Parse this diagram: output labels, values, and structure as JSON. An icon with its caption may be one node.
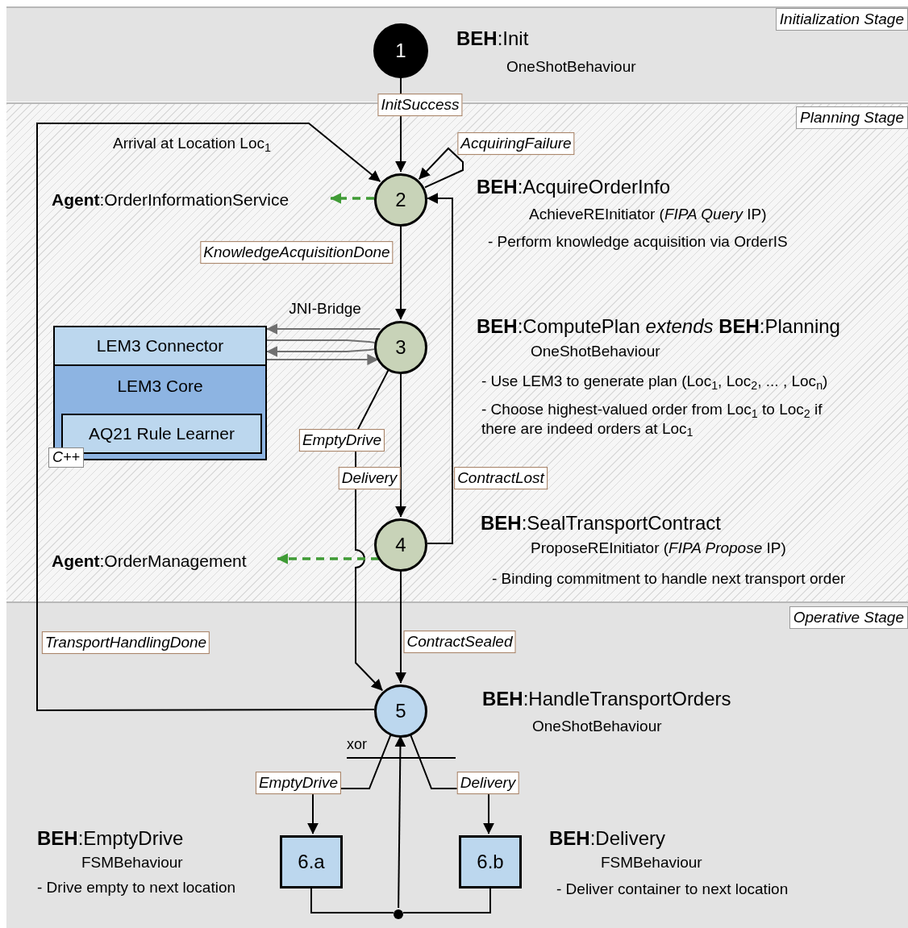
{
  "diagram": {
    "nodes": [
      {
        "text": [
          "Initialization Stage"
        ]
      },
      {
        "text": [
          "Planning Stage"
        ]
      },
      {
        "text": [
          "Operative Stage"
        ]
      },
      {
        "text": [
          "1"
        ],
        "in": 0,
        "beside": [
          "**BEH**:Init",
          "OneShotBehaviour"
        ]
      },
      {
        "text": [
          "2"
        ],
        "in": 1,
        "beside": [
          "**BEH**:AcquireOrderInfo",
          "AchieveREInitiator (*FIPA Query* IP)",
          "- Perform knowledge acquisition via OrderIS"
        ]
      },
      {
        "text": [
          "**Agent**:OrderInformationService"
        ],
        "in": 1
      },
      {
        "text": [
          "3"
        ],
        "in": 1,
        "beside": [
          "**BEH**:ComputePlan *extends*  **BEH**:Planning",
          "OneShotBehaviour",
          "- Use LEM3 to generate plan (Loc$_{1}$, Loc$_{2}$, ... , Loc$_{n}$)",
          "- Choose highest-valued order from Loc$_{1}$ to Loc$_{2}$ if there are indeed orders at Loc$_{1}$"
        ]
      },
      {
        "text": [
          "LEM3 Connector"
        ],
        "in": 1
      },
      {
        "text": [
          "LEM3 Core"
        ],
        "in": 1
      },
      {
        "text": [
          "AQ21 Rule Learner"
        ],
        "in": 8
      },
      {
        "text": [
          "4"
        ],
        "in": 1,
        "beside": [
          "**BEH**:SealTransportContract",
          "ProposeREInitiator (*FIPA Propose* IP)",
          "- Binding commitment to handle next transport order"
        ]
      },
      {
        "text": [
          "**Agent**:OrderManagement"
        ],
        "in": 1
      },
      {
        "text": [
          "5"
        ],
        "in": 2,
        "beside": [
          "**BEH**:HandleTransportOrders",
          "OneShotBehaviour"
        ]
      },
      {
        "text": [
          "6.a"
        ],
        "in": 2,
        "beside": [
          "**BEH**:EmptyDrive",
          "FSMBehaviour",
          "- Drive empty to next location"
        ]
      },
      {
        "text": [
          "6.b"
        ],
        "in": 2,
        "beside": [
          "**BEH**:Delivery",
          "FSMBehaviour",
          "- Deliver container to next location"
        ]
      },
      {
        "text": [],
        "shape": "circle",
        "in": 2
      }
    ],
    "edges": [
      {
        "from": 3,
        "to": 4,
        "arrow": "to",
        "label": "InitSuccess"
      },
      {
        "from": 4,
        "to": 4,
        "arrow": "to",
        "label": "AcquiringFailure"
      },
      {
        "from": 4,
        "to": 5,
        "arrow": "to",
        "style": "dashed",
        "color": "#3f9b35"
      },
      {
        "from": 4,
        "to": 6,
        "arrow": "to",
        "label": "KnowledgeAcquisitionDone"
      },
      {
        "from": 6,
        "to": 7,
        "arrow": "to",
        "label": "JNI-Bridge",
        "color": "#707070"
      },
      {
        "from": 7,
        "to": 6,
        "arrow": "none",
        "color": "#707070"
      },
      {
        "from": 6,
        "to": 7,
        "arrow": "to",
        "color": "#707070"
      },
      {
        "from": 7,
        "to": 6,
        "arrow": "to",
        "color": "#707070"
      },
      {
        "from": 6,
        "to": 10,
        "arrow": "to",
        "label": "Delivery"
      },
      {
        "from": 6,
        "to": 12,
        "arrow": "to",
        "label": "EmptyDrive"
      },
      {
        "from": 10,
        "to": 4,
        "arrow": "to",
        "label": "ContractLost"
      },
      {
        "from": 10,
        "to": 11,
        "arrow": "to",
        "style": "dashed",
        "color": "#3f9b35"
      },
      {
        "from": 10,
        "to": 12,
        "arrow": "to",
        "label": "ContractSealed"
      },
      {
        "from": 12,
        "to": 4,
        "arrow": "to",
        "label": "TransportHandlingDone"
      },
      {
        "from": 12,
        "to": 13,
        "arrow": "to",
        "label": "EmptyDrive"
      },
      {
        "from": 12,
        "to": 14,
        "arrow": "to",
        "label": "Delivery"
      },
      {
        "from": 13,
        "to": 15,
        "arrow": "none"
      },
      {
        "from": 14,
        "to": 15,
        "arrow": "none"
      },
      {
        "from": 15,
        "to": 12,
        "arrow": "to"
      }
    ],
    "labels": [
      "Arrival at Location Loc$_{1}$",
      "C++",
      "xor"
    ]
  }
}
